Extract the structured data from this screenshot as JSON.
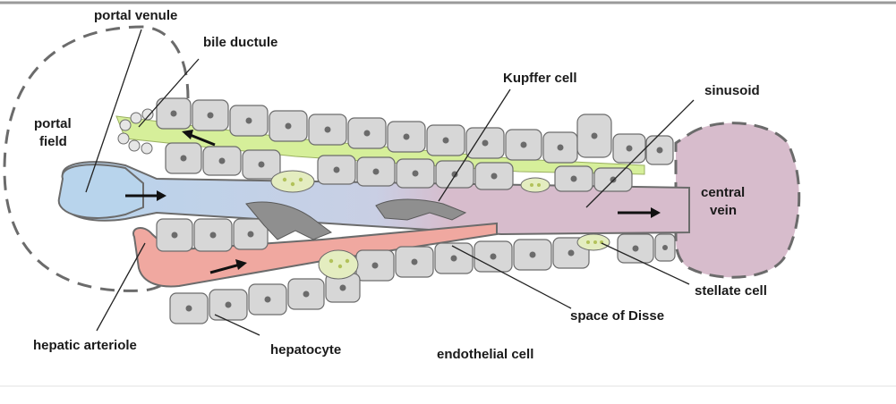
{
  "colors": {
    "portal_venule": "#b8d4ec",
    "bile": "#d6ef9a",
    "arteriole": "#f0a8a0",
    "central_vein": "#d7bccc",
    "cell_fill": "#d7d7d7",
    "outline": "#6b6b6b",
    "kupffer": "#8f8f8f"
  },
  "labels": {
    "portal_venule": "portal venule",
    "bile_ductule": "bile ductule",
    "portal_field": [
      "portal",
      "field"
    ],
    "kupffer_cell": "Kupffer cell",
    "sinusoid": "sinusoid",
    "central_vein": [
      "central",
      "vein"
    ],
    "stellate_cell": "stellate cell",
    "space_of_disse": "space of Disse",
    "hepatic_arteriole": "hepatic arteriole",
    "hepatocyte": "hepatocyte",
    "endothelial_cell": "endothelial cell"
  }
}
